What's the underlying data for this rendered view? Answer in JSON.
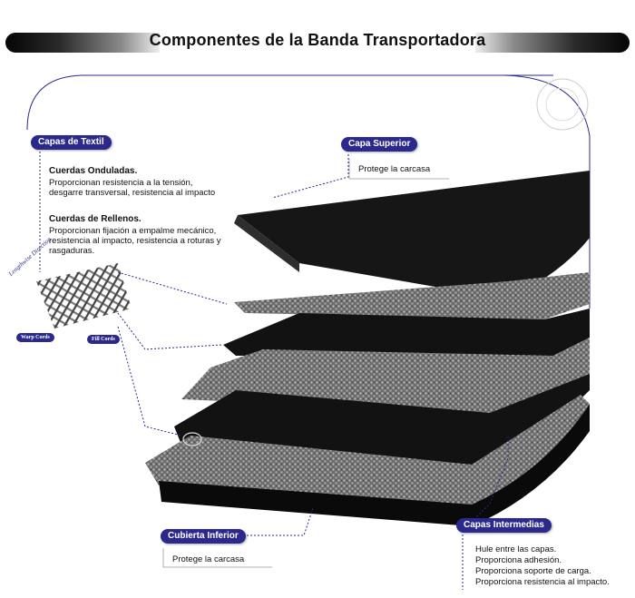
{
  "title": "Componentes de la Banda Transportadora",
  "callouts": {
    "capas_textil": {
      "label": "Capas de Textil",
      "onduladas_heading": "Cuerdas Onduladas.",
      "onduladas_line1": "Proporcionan resistencia a la tensión,",
      "onduladas_line2": "desgarre transversal, resistencia al impacto",
      "relleno_heading": "Cuerdas de Rellenos.",
      "relleno_line1": "Proporcionan fijación a empalme mecánico,",
      "relleno_line2": "resistencia al impacto, resistencia a roturas y",
      "relleno_line3": "rasgaduras."
    },
    "capa_superior": {
      "label": "Capa Superior",
      "desc": "Protege la carcasa"
    },
    "cubierta_inferior": {
      "label": "Cubierta Inferior",
      "desc": "Protege la carcasa"
    },
    "capas_intermedias": {
      "label": "Capas Intermedias",
      "line1": "Hule entre las capas.",
      "line2": "Proporciona adhesión.",
      "line3": "Proporciona soporte de carga.",
      "line4": "Proporciona resistencia al impacto."
    }
  },
  "weave_inset": {
    "lengthwise": "Lengthwise Direction",
    "warp": "Warp Cords",
    "fill": "Fill Cords"
  },
  "colors": {
    "accent": "#2b2a8c",
    "rubber": "#1a1a1a",
    "fabric": "#7a7a7a"
  }
}
